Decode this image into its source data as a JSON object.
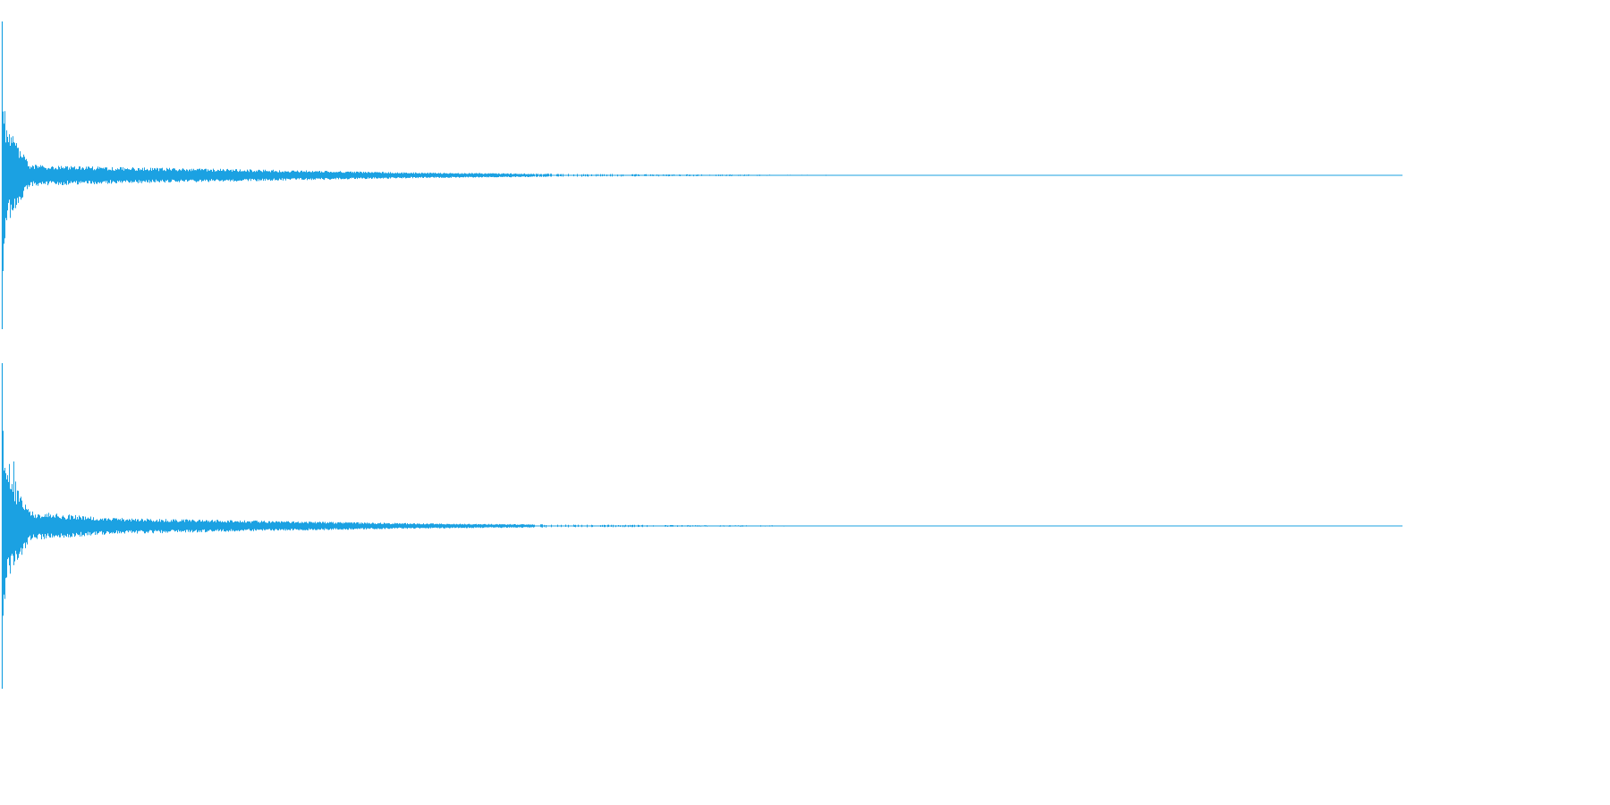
{
  "chart_data": {
    "type": "line",
    "title": "",
    "xlabel": "",
    "ylabel": "",
    "grid": false,
    "legend": "none",
    "colors": {
      "waveform": "#1ba1e2",
      "background": "#ffffff"
    },
    "x_domain": [
      0,
      1
    ],
    "y_domain": [
      -1,
      1
    ],
    "channels": [
      {
        "envelope": [
          {
            "x": 0.0,
            "amp": 1.0
          },
          {
            "x": 0.001,
            "amp": 0.6
          },
          {
            "x": 0.003,
            "amp": 0.3
          },
          {
            "x": 0.006,
            "amp": 0.28
          },
          {
            "x": 0.02,
            "amp": 0.07
          },
          {
            "x": 0.08,
            "amp": 0.055
          },
          {
            "x": 0.2,
            "amp": 0.035
          },
          {
            "x": 0.3,
            "amp": 0.018
          },
          {
            "x": 0.4,
            "amp": 0.01
          },
          {
            "x": 0.5,
            "amp": 0.006
          },
          {
            "x": 0.6,
            "amp": 0.003
          },
          {
            "x": 0.67,
            "amp": 0.002
          },
          {
            "x": 1.0,
            "amp": 0.0
          }
        ]
      },
      {
        "envelope": [
          {
            "x": 0.0,
            "amp": 1.0
          },
          {
            "x": 0.001,
            "amp": 0.62
          },
          {
            "x": 0.003,
            "amp": 0.32
          },
          {
            "x": 0.006,
            "amp": 0.3
          },
          {
            "x": 0.02,
            "amp": 0.09
          },
          {
            "x": 0.08,
            "amp": 0.05
          },
          {
            "x": 0.2,
            "amp": 0.03
          },
          {
            "x": 0.3,
            "amp": 0.016
          },
          {
            "x": 0.4,
            "amp": 0.009
          },
          {
            "x": 0.5,
            "amp": 0.005
          },
          {
            "x": 0.58,
            "amp": 0.003
          },
          {
            "x": 0.68,
            "amp": 0.002
          },
          {
            "x": 1.0,
            "amp": 0.0
          }
        ]
      }
    ]
  }
}
